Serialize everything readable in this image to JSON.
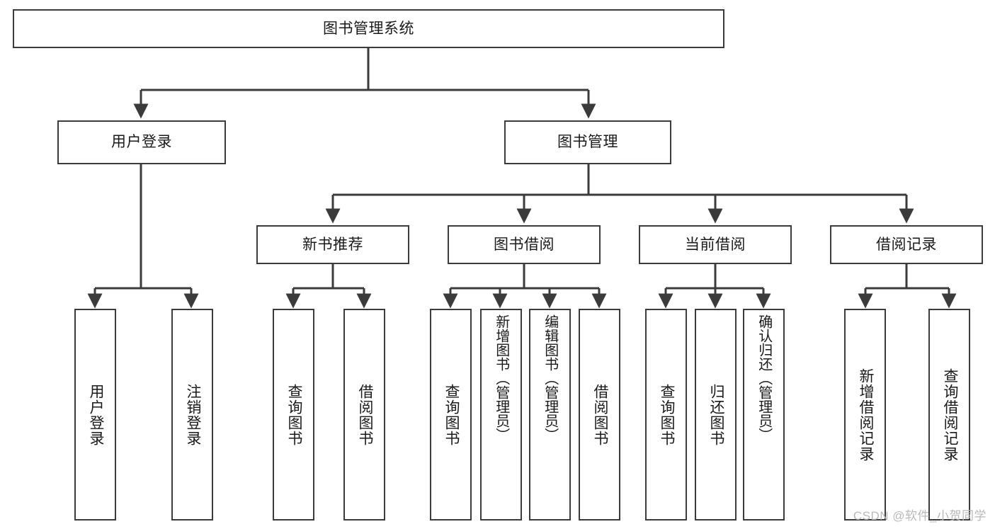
{
  "diagram": {
    "type": "tree-hierarchy",
    "title": "图书管理系统",
    "orientation": "top-down",
    "colors": {
      "box_border": "#3b3b3b",
      "box_fill": "#ffffff",
      "connector": "#3b3b3b",
      "text": "#1a1a1a",
      "watermark": "#b9b9b9",
      "background": "#ffffff"
    },
    "nodes": {
      "root": {
        "label": "图书管理系统",
        "level": 1
      },
      "level2": [
        {
          "id": "user-login",
          "label": "用户登录"
        },
        {
          "id": "book-management",
          "label": "图书管理"
        }
      ],
      "level3": [
        {
          "id": "new-book-recommend",
          "label": "新书推荐"
        },
        {
          "id": "book-borrow",
          "label": "图书借阅"
        },
        {
          "id": "current-borrow",
          "label": "当前借阅"
        },
        {
          "id": "borrow-record",
          "label": "借阅记录"
        }
      ],
      "leaves": {
        "user-login": [
          {
            "id": "leaf-user-login",
            "label": "用户登录"
          },
          {
            "id": "leaf-user-logout",
            "label": "注销登录"
          }
        ],
        "new-book-recommend": [
          {
            "id": "leaf-query-book-1",
            "label": "查询图书"
          },
          {
            "id": "leaf-borrow-book-1",
            "label": "借阅图书"
          }
        ],
        "book-borrow": [
          {
            "id": "leaf-query-book-2",
            "label": "查询图书"
          },
          {
            "id": "leaf-add-book-admin",
            "label": "新增图书（管理员）"
          },
          {
            "id": "leaf-edit-book-admin",
            "label": "编辑图书（管理员）"
          },
          {
            "id": "leaf-borrow-book-2",
            "label": "借阅图书"
          }
        ],
        "current-borrow": [
          {
            "id": "leaf-query-book-3",
            "label": "查询图书"
          },
          {
            "id": "leaf-return-book",
            "label": "归还图书"
          },
          {
            "id": "leaf-confirm-return-admin",
            "label": "确认归还（管理员）"
          }
        ],
        "borrow-record": [
          {
            "id": "leaf-add-borrow-record",
            "label": "新增借阅记录"
          },
          {
            "id": "leaf-query-borrow-record",
            "label": "查询借阅记录"
          }
        ]
      }
    }
  },
  "watermark": {
    "text": "CSDN @软件_小贺同学"
  }
}
